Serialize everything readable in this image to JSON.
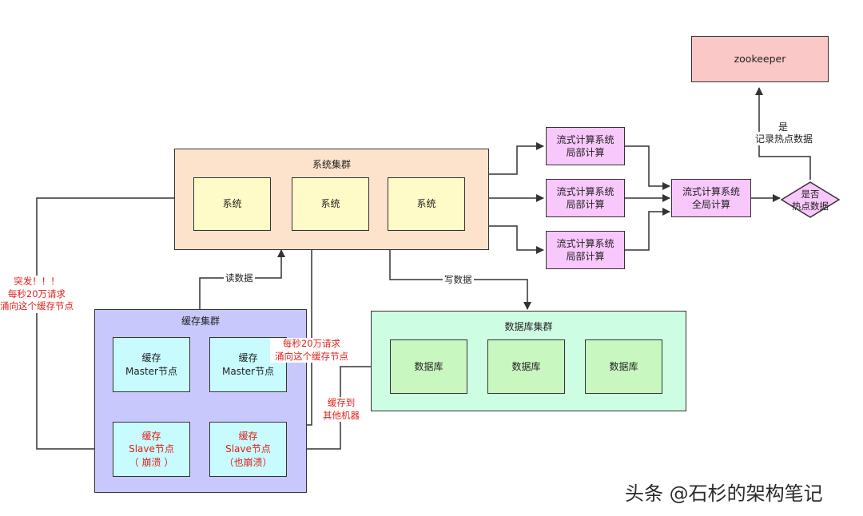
{
  "zookeeper": "zookeeper",
  "hot_check": {
    "yes": "是",
    "record": "记录热点数据",
    "diamond": "是否\n热点数据"
  },
  "system_cluster": {
    "title": "系统集群",
    "systems": [
      "系统",
      "系统",
      "系统"
    ]
  },
  "stream_local": [
    "流式计算系统\n局部计算",
    "流式计算系统\n局部计算",
    "流式计算系统\n局部计算"
  ],
  "stream_global": "流式计算系统\n全局计算",
  "read_label": "读数据",
  "write_label": "写数据",
  "cache_cluster": {
    "title": "缓存集群",
    "master1": "缓存\nMaster节点",
    "master2": "缓存\nMaster节点",
    "slave1": "缓存\nSlave节点\n（ 崩溃 ）",
    "slave2": "缓存\nSlave节点\n（也崩溃）"
  },
  "db_cluster": {
    "title": "数据库集群",
    "dbs": [
      "数据库",
      "数据库",
      "数据库"
    ]
  },
  "annotations": {
    "burst": "突发！！！\n每秒20万请求\n涌向这个缓存节点",
    "burst2": "每秒20万请求\n涌向这个缓存节点",
    "cache_to_other": "缓存到\n其他机器"
  },
  "watermark": "头条 @石杉的架构笔记",
  "colors": {
    "system_cluster_bg": "#fde3cc",
    "system_bg": "#fffbc8",
    "stream_bg": "#f8c7fb",
    "zookeeper_bg": "#fbc8c8",
    "cache_cluster_bg": "#c8c8fd",
    "cache_node_bg": "#c8fbfd",
    "db_cluster_bg": "#cdfde3",
    "db_bg": "#c8f8c0",
    "alert_red": "#e0211d"
  }
}
